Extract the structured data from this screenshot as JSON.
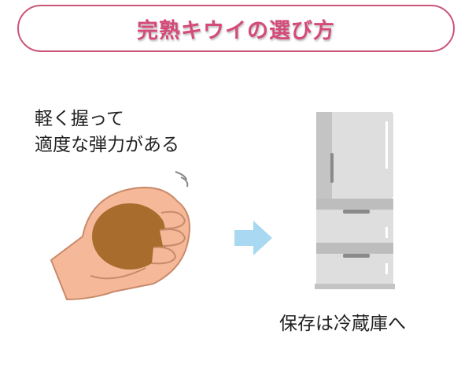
{
  "title": "完熟キウイの選び方",
  "left_caption": {
    "line1": "軽く握って",
    "line2": "適度な弾力がある"
  },
  "right_caption": "保存は冷蔵庫へ",
  "colors": {
    "accent": "#d44a78",
    "arrow": "#a9d8f2",
    "skin": "#f5b99a",
    "kiwi": "#a86d2c",
    "fridge": "#dedede"
  }
}
